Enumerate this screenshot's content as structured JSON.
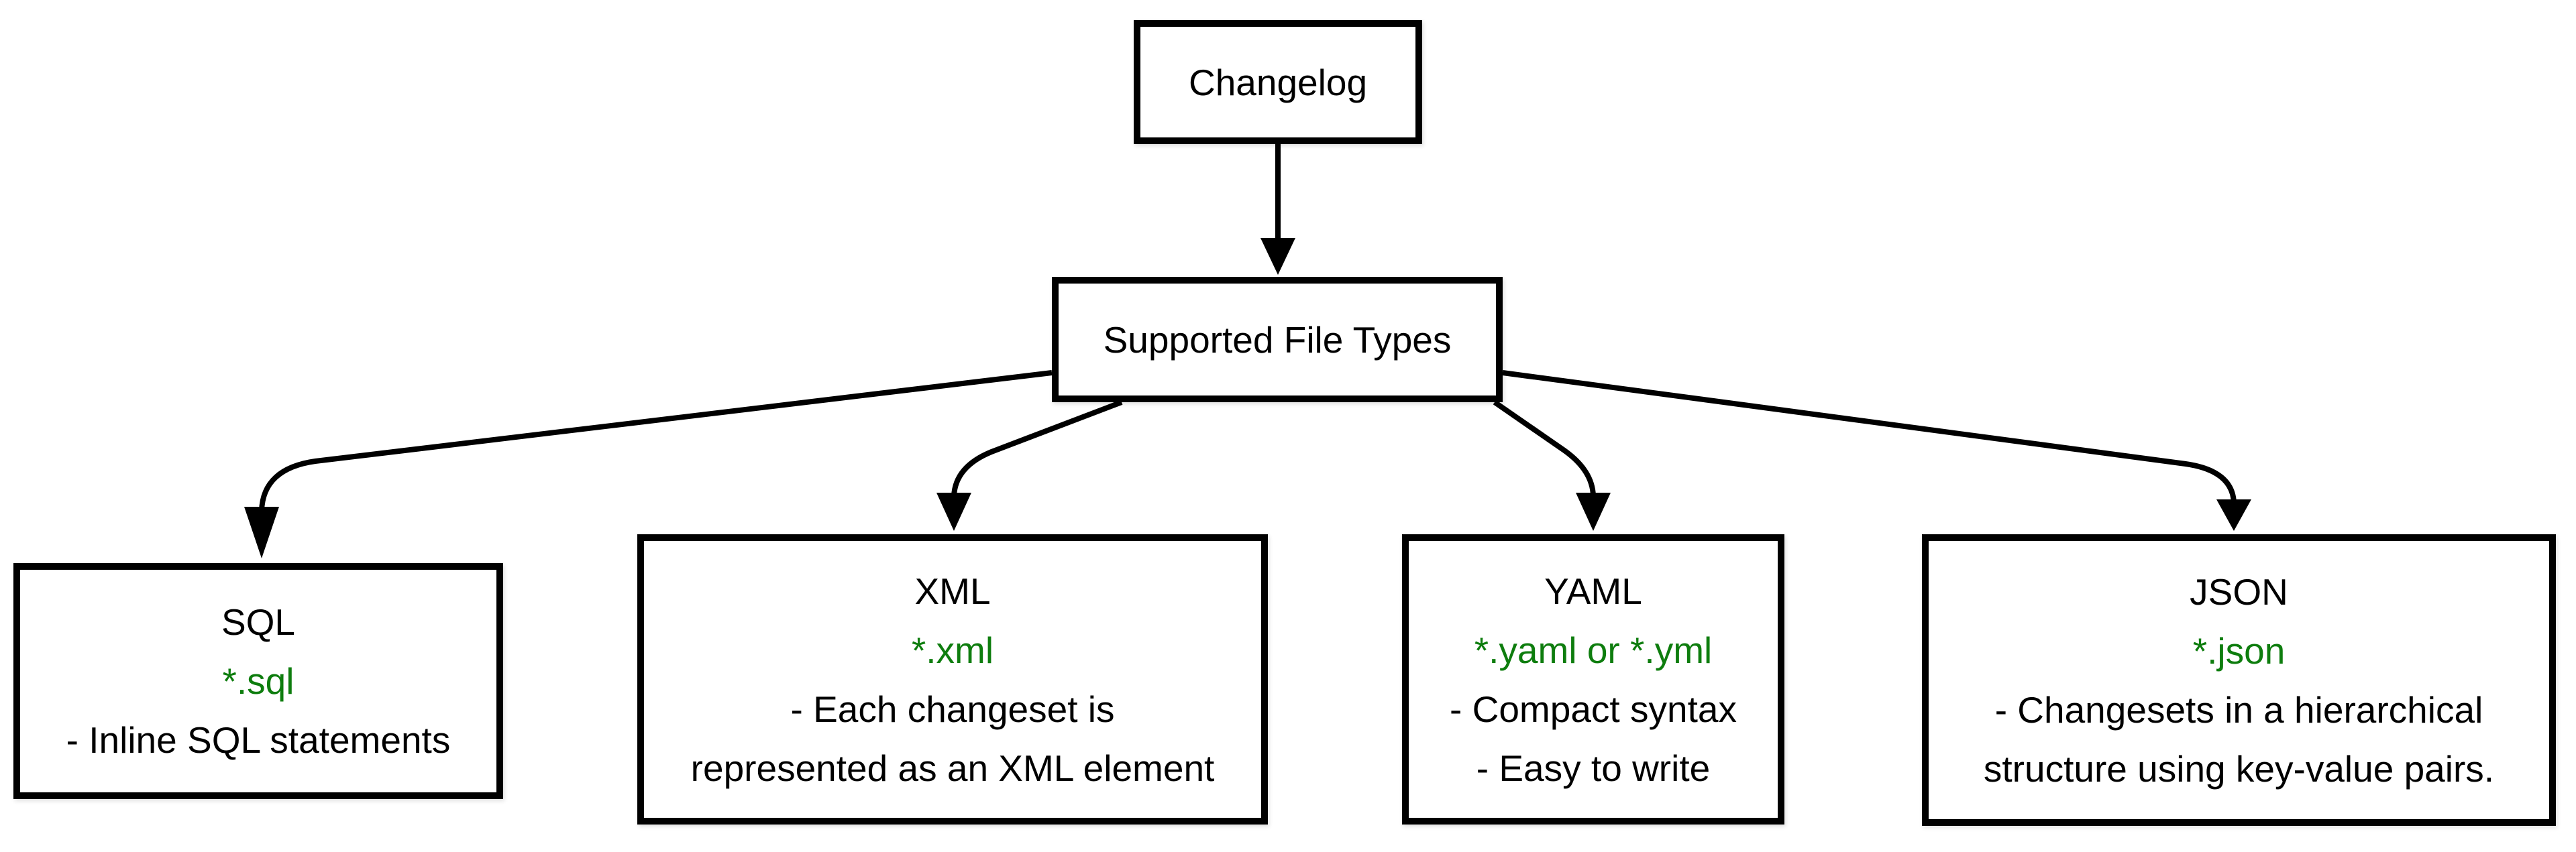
{
  "diagram": {
    "root_node": {
      "label": "Changelog"
    },
    "hub_node": {
      "label": "Supported File Types"
    },
    "file_types": [
      {
        "name": "SQL",
        "extension": "*.sql",
        "notes": [
          "- Inline SQL statements"
        ]
      },
      {
        "name": "XML",
        "extension": "*.xml",
        "notes": [
          "- Each changeset is",
          "represented as an XML element"
        ]
      },
      {
        "name": "YAML",
        "extension": "*.yaml or *.yml",
        "notes": [
          "- Compact syntax",
          "- Easy to write"
        ]
      },
      {
        "name": "JSON",
        "extension": "*.json",
        "notes": [
          "- Changesets in a hierarchical",
          "structure using key-value pairs."
        ]
      }
    ],
    "colors": {
      "stroke": "#000000",
      "text": "#000000",
      "extension_text": "#0e7d0e",
      "node_fill": "#ffffff",
      "background": "#ffffff"
    }
  }
}
